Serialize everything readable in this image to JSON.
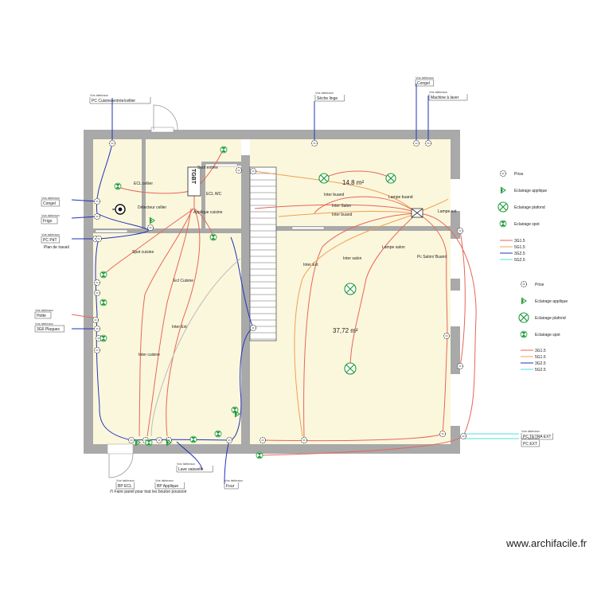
{
  "tag_small": "Vos tableaux",
  "circuit_labels": [
    {
      "id": "pc-cuisine",
      "text": "PC Cuisine/entrée/cellier"
    },
    {
      "id": "seche-linge",
      "text": "Sèche linge"
    },
    {
      "id": "congel-top",
      "text": "Congel"
    },
    {
      "id": "machine-laver",
      "text": "Machine à laver"
    },
    {
      "id": "congel-left",
      "text": "Congel"
    },
    {
      "id": "frigo",
      "text": "Frigo"
    },
    {
      "id": "pc-pdt",
      "text": "PC PdT"
    },
    {
      "id": "hotte",
      "text": "Hotte"
    },
    {
      "id": "plaques",
      "text": "3G6 Plaques"
    },
    {
      "id": "lave-vaisselle",
      "text": "Lave vaisselle"
    },
    {
      "id": "bp-ecl",
      "text": "BP ECL"
    },
    {
      "id": "bp-applique",
      "text": "BP Applique"
    },
    {
      "id": "four",
      "text": "Four"
    },
    {
      "id": "pc-tetra",
      "text": "PC TETRA EXT"
    },
    {
      "id": "pc-ext",
      "text": "PC EXT"
    }
  ],
  "notes": {
    "plan_travail": "Plan de travail",
    "bouton_note": "/!\\ Faire pareil pour tout les bouton poussoir"
  },
  "room_labels": {
    "spot_entree": "Spot entrée",
    "ecl_cellier": "ECL cellier",
    "tgbt": "TGBT",
    "ecl_wc": "ECL WC",
    "detecteur": "Détecteur cellier",
    "applique_cuisine": "Applique cuisine",
    "spot_cuisine": "Spot cuisine",
    "ecl_cuisine": "Ecl Cuisine",
    "inter_ext": "Inter Ext",
    "inter_cuisine": "Inter cuisine",
    "area_buanderie": "14,8 m²",
    "inter_buand_1": "Inter buand",
    "inter_salon": "Inter Salon",
    "inter_buand_2": "Inter buand",
    "lampe_buand": "Lampe buand",
    "lampe_ext": "Lampe ext",
    "inter_ext_salon": "Inter Ext",
    "inter_salon_2": "Inter salon",
    "lampe_salon": "Lampe salon",
    "pc_salon_buand": "Pc Salon/ Buand",
    "area_salon": "37,72 m²"
  },
  "legend1": {
    "prise": "Prise",
    "applique": "Eclairage applique",
    "plafond": "Eclairage plafond",
    "spot": "Eclairage spot",
    "lines": [
      "3G1.5",
      "5G1.5",
      "3G2.5",
      "5G2.5"
    ]
  },
  "legend2": {
    "prise": "Prise",
    "applique": "Eclairage applique",
    "plafond": "Eclairage plafond",
    "spot": "Eclairage spot",
    "lines": [
      "3G1.5",
      "5G1.5",
      "3G2.5",
      "5G2.5"
    ]
  },
  "colors": {
    "red": "#e8655a",
    "orange": "#f0a050",
    "blue": "#2233bb",
    "cyan": "#55dddd",
    "green": "#1f9a3a",
    "floor": "#fbf7dc",
    "wall": "#a9a9a9"
  },
  "watermark": "www.archifacile.fr"
}
